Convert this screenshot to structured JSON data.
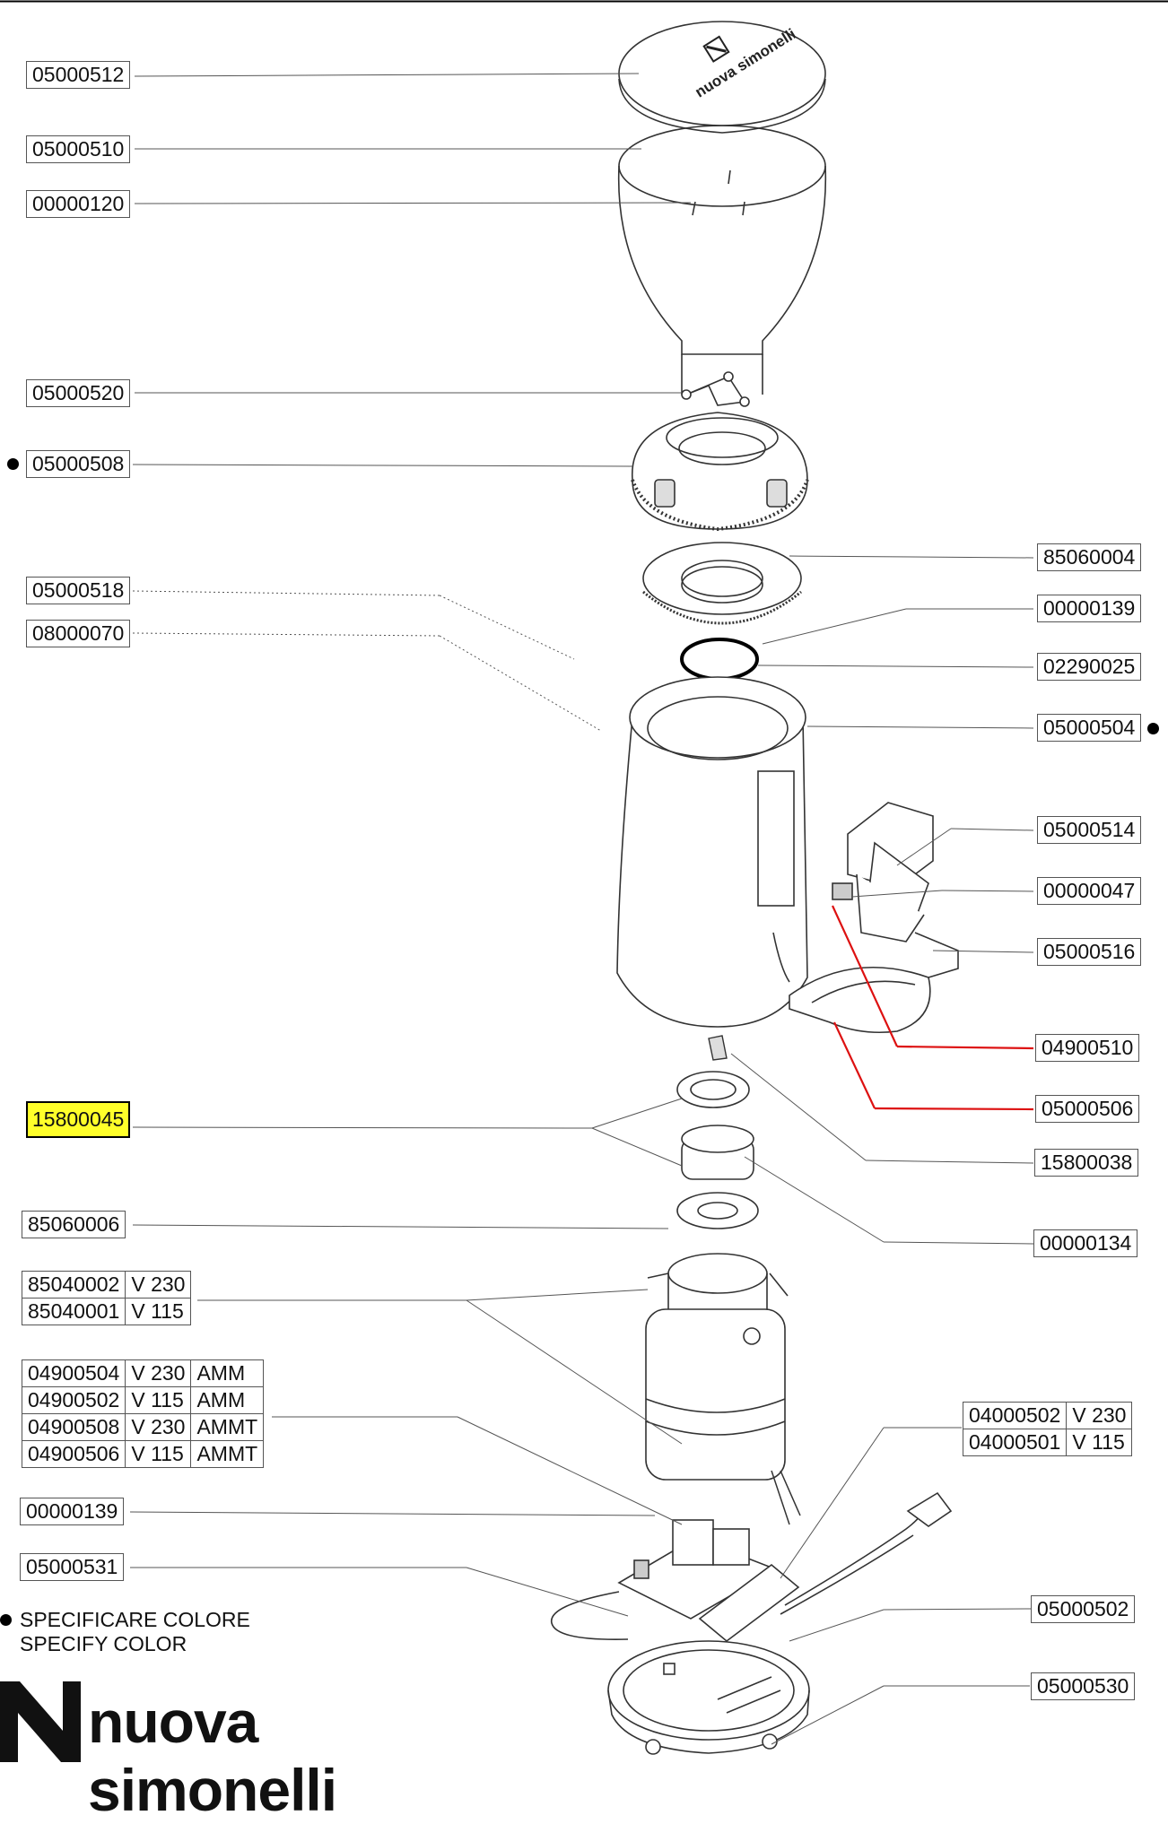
{
  "lid_logo": "nuova simonelli",
  "brand": "nuova simonelli",
  "labels": {
    "l0": "05000512",
    "l1": "05000510",
    "l2": "00000120",
    "l3": "05000520",
    "l4": "05000508",
    "l5": "05000518",
    "l6": "08000070",
    "l7": "15800045",
    "l8": "85060006",
    "l9": "00000139",
    "l10": "05000531",
    "r0": "85060004",
    "r1": "00000139",
    "r2": "02290025",
    "r3": "05000504",
    "r4": "05000514",
    "r5": "00000047",
    "r6": "05000516",
    "r7": "04900510",
    "r8": "05000506",
    "r9": "15800038",
    "r10": "00000134",
    "r11": "05000502",
    "r12": "05000530"
  },
  "motor": [
    {
      "code": "85040002",
      "volt": "V 230"
    },
    {
      "code": "85040001",
      "volt": "V 115"
    }
  ],
  "board": [
    {
      "code": "04900504",
      "volt": "V 230",
      "type": "AMM"
    },
    {
      "code": "04900502",
      "volt": "V 115",
      "type": "AMM"
    },
    {
      "code": "04900508",
      "volt": "V 230",
      "type": "AMMT"
    },
    {
      "code": "04900506",
      "volt": "V 115",
      "type": "AMMT"
    }
  ],
  "cord": [
    {
      "code": "04000502",
      "volt": "V 230"
    },
    {
      "code": "04000501",
      "volt": "V 115"
    }
  ],
  "note": {
    "line1": "SPECIFICARE COLORE",
    "line2": "SPECIFY COLOR"
  },
  "colors": {
    "highlight_fill": "#ffff2a",
    "highlight_leader": "#dd1111"
  }
}
